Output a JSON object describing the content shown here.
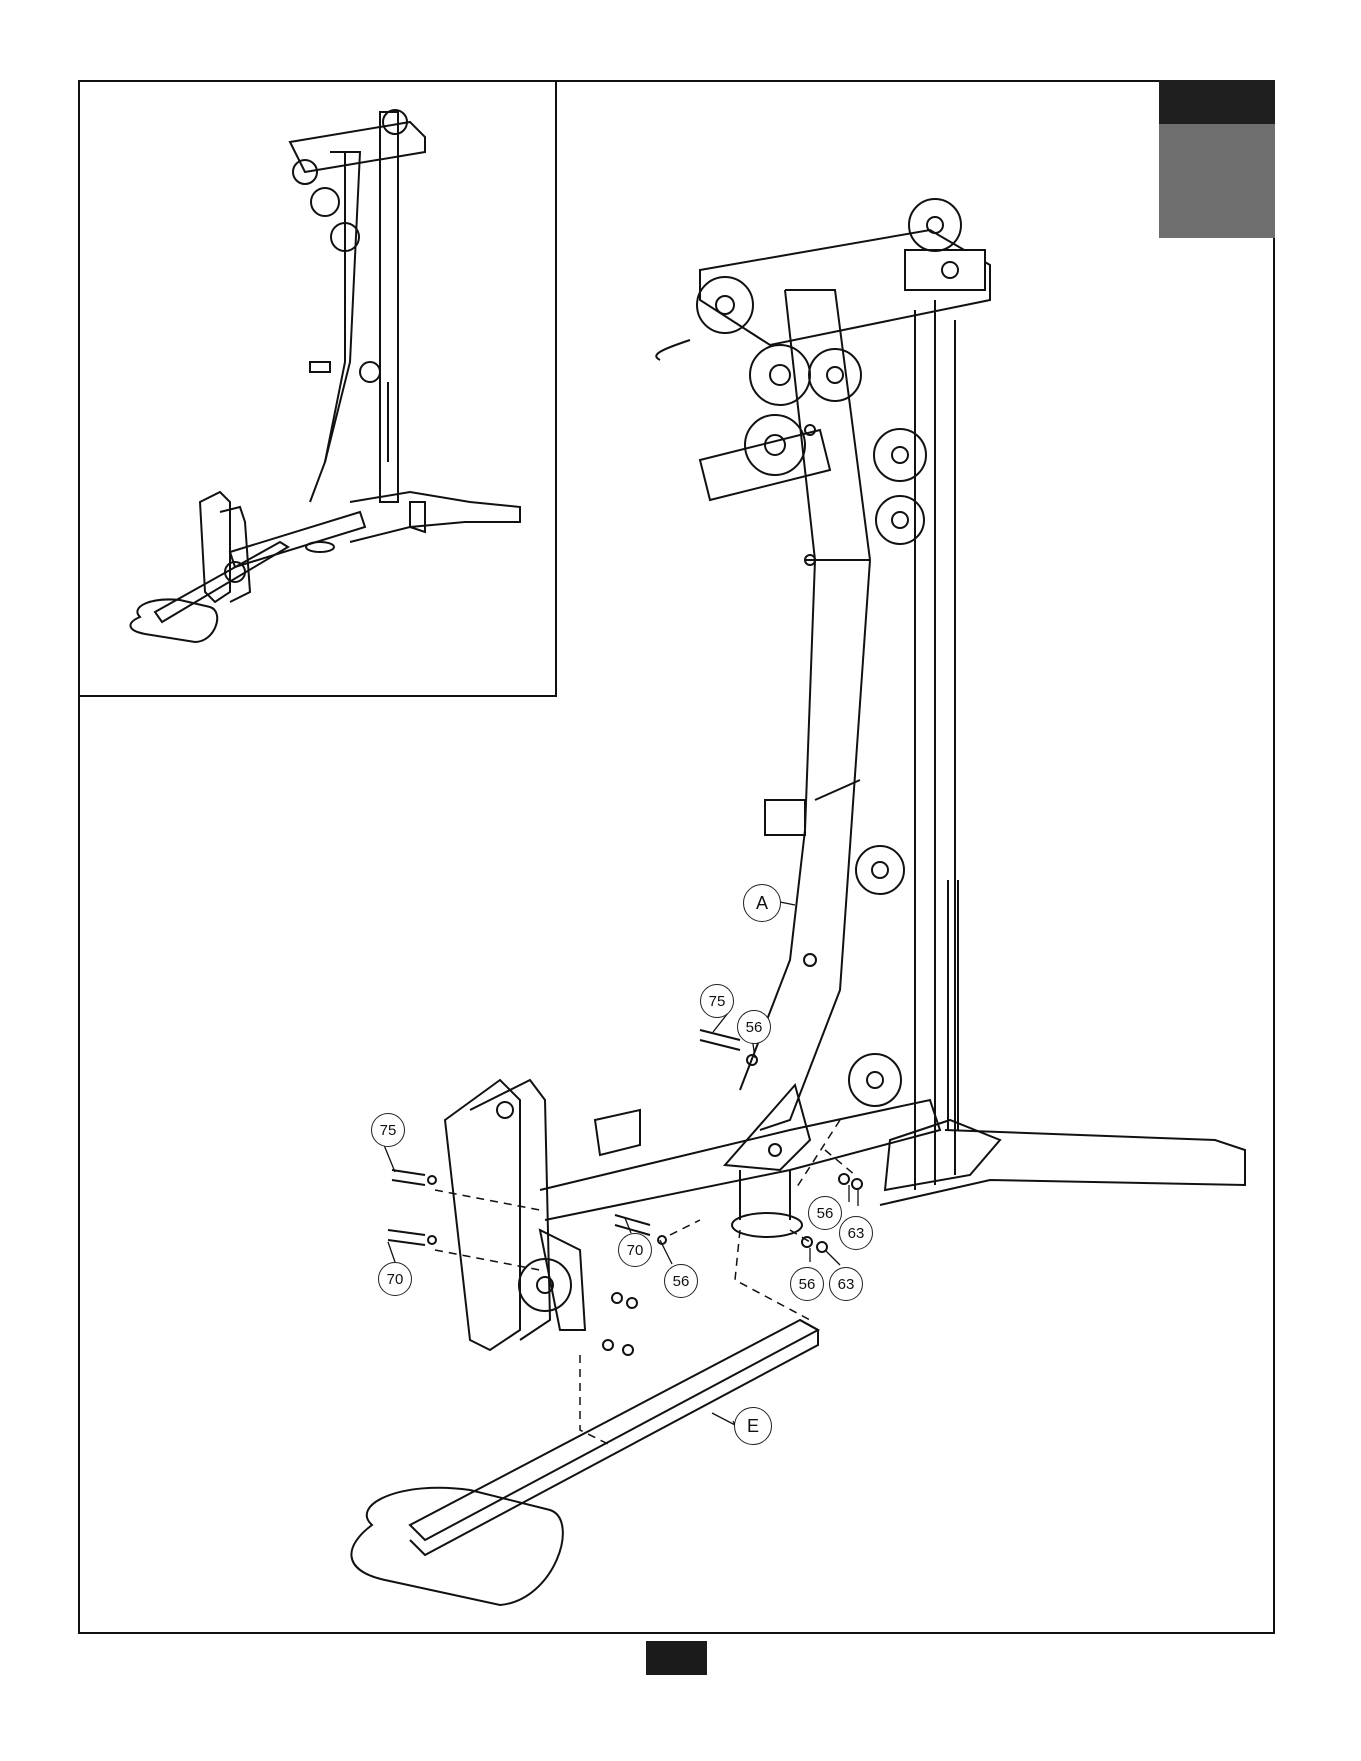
{
  "callouts": {
    "a": "A",
    "e": "E",
    "c75_top": "75",
    "c56_top": "56",
    "c75_left": "75",
    "c70_left": "70",
    "c70_mid": "70",
    "c56_mid": "56",
    "c56_right": "56",
    "c63_right": "63",
    "c56_low": "56",
    "c63_low": "63"
  },
  "colors": {
    "ink": "#111111",
    "tab_dark": "#1e1e1e",
    "tab_grey": "#6e6e6e"
  }
}
